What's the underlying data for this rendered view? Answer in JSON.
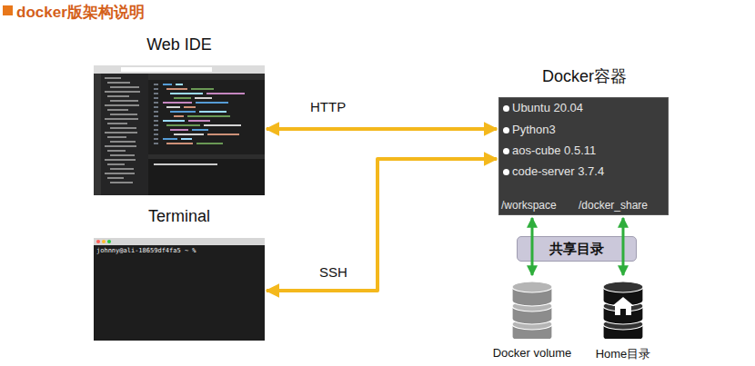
{
  "diagram": {
    "title": "docker版架构说明",
    "nodes": [
      {
        "text": [
          "Web IDE"
        ]
      },
      {
        "text": [
          "Terminal",
          "johnny@ali-18659df4fa5 ~ %"
        ]
      },
      {
        "text": [
          "Docker容器",
          "Ubuntu 20.04",
          "Python3",
          "aos-cube 0.5.11",
          "code-server 3.7.4",
          "/workspace",
          "/docker_share"
        ]
      },
      {
        "text": [
          "共享目录"
        ]
      },
      {
        "text": [
          "Docker volume"
        ]
      },
      {
        "text": [
          "Home目录"
        ]
      }
    ],
    "edges": [
      {
        "from": 0,
        "to": 2,
        "label": "HTTP",
        "arrow": "both"
      },
      {
        "from": 1,
        "to": 2,
        "label": "SSH",
        "arrow": "both"
      },
      {
        "from": 2,
        "to": 4,
        "arrow": "both"
      },
      {
        "from": 2,
        "to": 5,
        "arrow": "both"
      }
    ]
  }
}
